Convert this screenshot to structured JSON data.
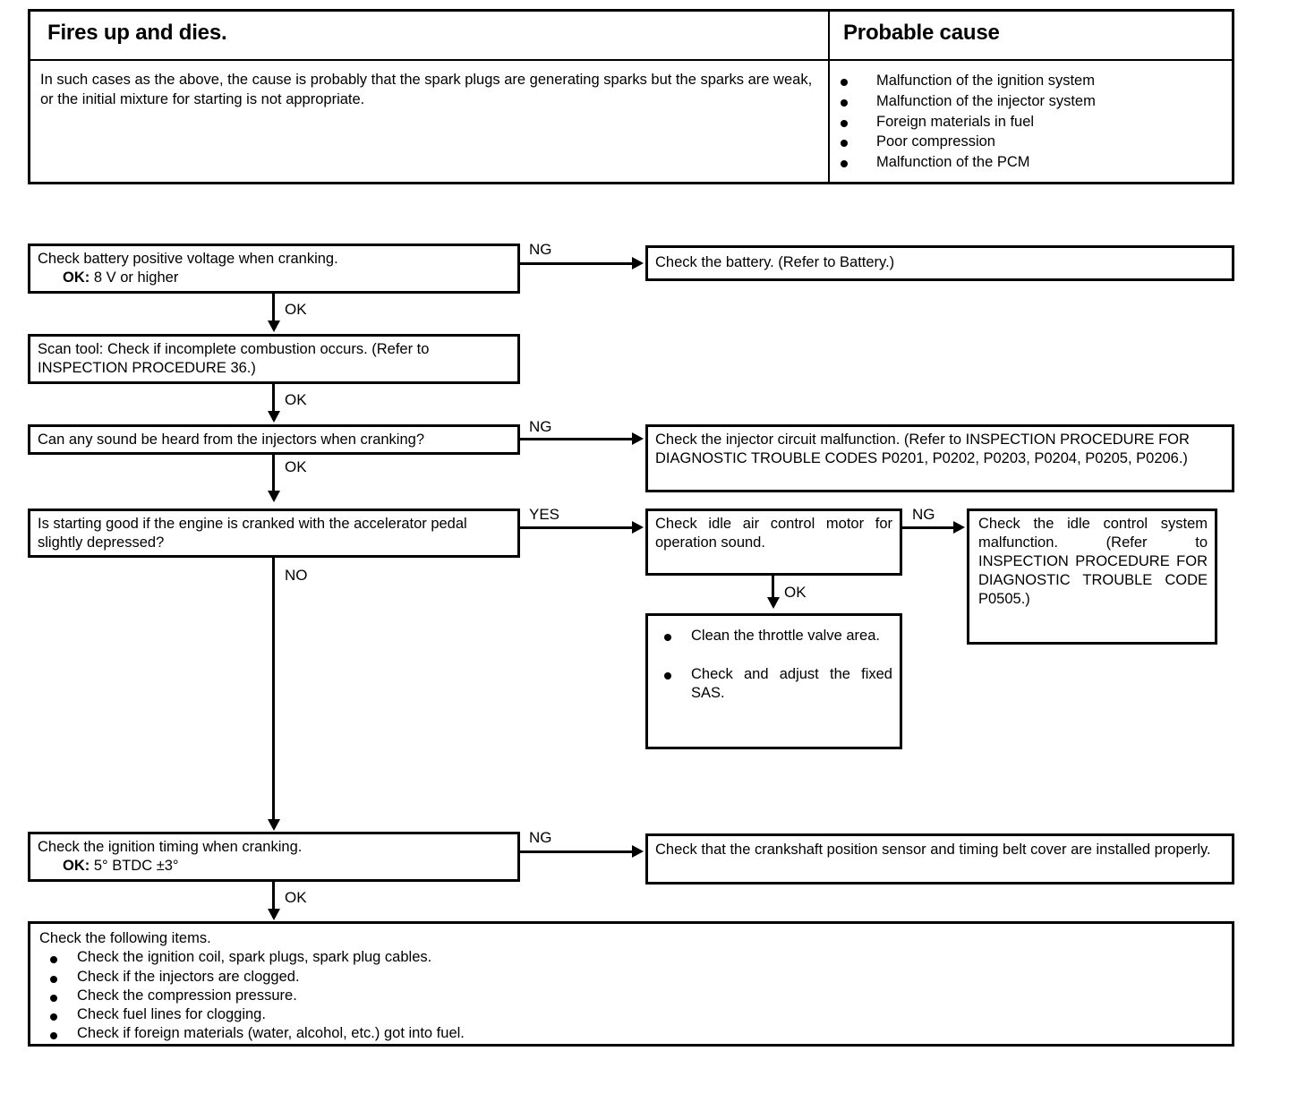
{
  "summary_table": {
    "symptom_header": "Fires up and dies.",
    "cause_header": "Probable cause",
    "symptom_text": "In such cases as the above, the cause is probably that the spark plugs are generating sparks but the sparks are weak, or the initial mixture for starting is not appropriate.",
    "causes": [
      "Malfunction of the ignition system",
      "Malfunction of the injector system",
      "Foreign materials in fuel",
      "Poor compression",
      "Malfunction of the PCM"
    ]
  },
  "flowchart": {
    "step1": {
      "line1": "Check battery positive voltage when cranking.",
      "ok_label": "OK:",
      "ok_value": "8 V or higher"
    },
    "step1_ng_branch": "Check the battery.  (Refer to Battery.)",
    "step1_ng_tag": "NG",
    "step1_ok_tag": "OK",
    "step2": "Scan tool: Check if incomplete combustion occurs. (Refer to INSPECTION PROCEDURE 36.)",
    "step2_ok_tag": "OK",
    "step3": "Can any sound be heard from the injectors when cranking?",
    "step3_ng_tag": "NG",
    "step3_ok_tag": "OK",
    "step3_ng_branch": "Check the injector circuit malfunction. (Refer to INSPECTION PROCEDURE FOR DIAGNOSTIC TROUBLE CODES P0201, P0202, P0203, P0204, P0205, P0206.)",
    "step4": "Is starting good if the engine is cranked with the accelerator pedal slightly depressed?",
    "step4_yes_tag": "YES",
    "step4_no_tag": "NO",
    "step4_yes_branch": "Check idle air control motor for operation sound.",
    "step4_yes_ng_tag": "NG",
    "step4_yes_ok_tag": "OK",
    "idle_ng_branch": "Check the idle control system malfunction. (Refer to INSPECTION PROCEDURE FOR DIAGNOSTIC TROUBLE CODE P0505.)",
    "idle_ok_items": [
      "Clean the throttle valve area.",
      "Check and adjust the fixed SAS."
    ],
    "step5": {
      "line1": "Check the ignition timing when cranking.",
      "ok_label": "OK:",
      "ok_value": "5° BTDC ±3°"
    },
    "step5_ng_tag": "NG",
    "step5_ok_tag": "OK",
    "step5_ng_branch": "Check that the crankshaft position sensor and timing belt cover are installed properly.",
    "final": {
      "intro": "Check the following items.",
      "items": [
        "Check the ignition coil, spark plugs, spark plug cables.",
        "Check if the injectors are clogged.",
        "Check the compression pressure.",
        "Check fuel lines for clogging.",
        "Check if foreign materials (water, alcohol, etc.) got into fuel."
      ]
    }
  },
  "colors": {
    "ink": "#000000",
    "paper": "#ffffff"
  }
}
